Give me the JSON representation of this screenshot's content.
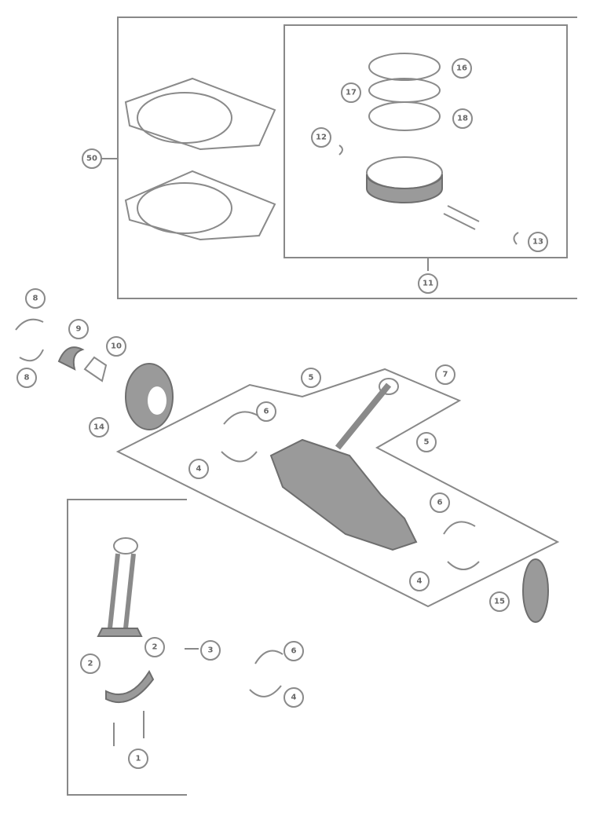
{
  "diagram": {
    "callouts": [
      "50",
      "16",
      "17",
      "12",
      "18",
      "13",
      "11",
      "8",
      "8",
      "9",
      "10",
      "14",
      "5",
      "7",
      "6",
      "4",
      "5",
      "6",
      "4",
      "15",
      "2",
      "2",
      "3",
      "6",
      "4",
      "1"
    ]
  }
}
